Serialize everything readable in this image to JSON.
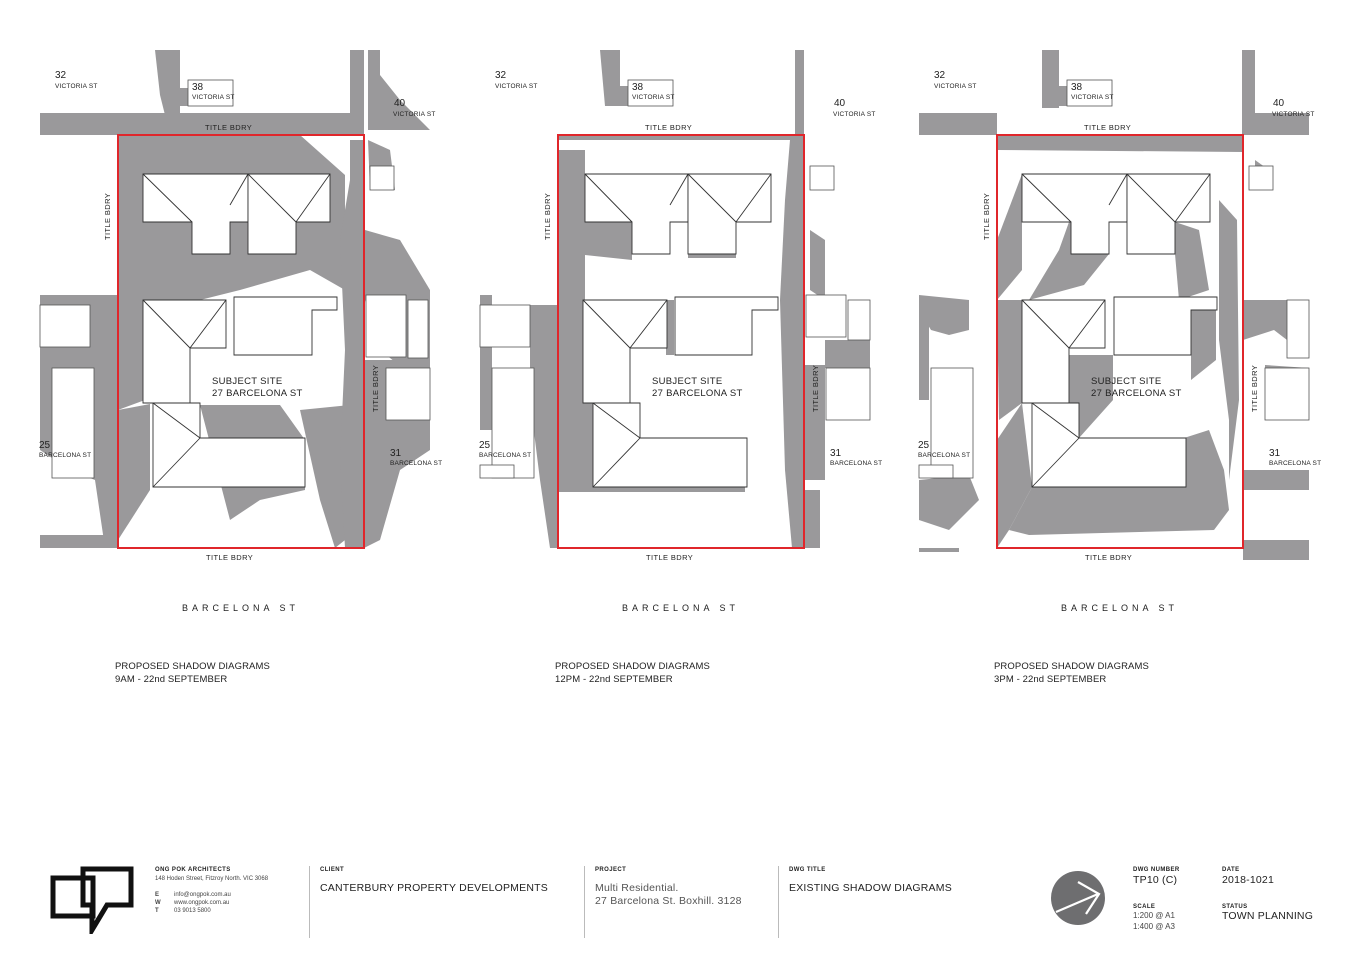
{
  "diagrams": [
    {
      "site_title": "SUBJECT SITE",
      "site_address": "27 BARCELONA ST",
      "road": "BARCELONA ST",
      "caption_title": "PROPOSED SHADOW DIAGRAMS",
      "caption_time": "9AM - 22nd SEPTEMBER"
    },
    {
      "site_title": "SUBJECT SITE",
      "site_address": "27 BARCELONA ST",
      "road": "BARCELONA ST",
      "caption_title": "PROPOSED SHADOW DIAGRAMS",
      "caption_time": "12PM - 22nd SEPTEMBER"
    },
    {
      "site_title": "SUBJECT SITE",
      "site_address": "27 BARCELONA ST",
      "road": "BARCELONA ST",
      "caption_title": "PROPOSED SHADOW DIAGRAMS",
      "caption_time": "3PM - 22nd SEPTEMBER"
    }
  ],
  "neighbours": {
    "n32": {
      "num": "32",
      "street": "VICTORIA ST"
    },
    "n38": {
      "num": "38",
      "street": "VICTORIA ST"
    },
    "n40": {
      "num": "40",
      "street": "VICTORIA ST"
    },
    "n25": {
      "num": "25",
      "street": "BARCELONA ST"
    },
    "n31": {
      "num": "31",
      "street": "BARCELONA ST"
    }
  },
  "boundary_label": "TITLE BDRY",
  "title_block": {
    "firm_name": "ONG POK ARCHITECTS",
    "firm_address": "148 Hoden Street, Fitzroy North. VIC 3068",
    "contact_e_label": "E",
    "contact_e": "info@ongpok.com.au",
    "contact_w_label": "W",
    "contact_w": "www.ongpok.com.au",
    "contact_t_label": "T",
    "contact_t": "03 9013 5800",
    "client_label": "CLIENT",
    "client": "CANTERBURY PROPERTY DEVELOPMENTS",
    "project_label": "PROJECT",
    "project_line1": "Multi Residential.",
    "project_line2": "27 Barcelona St. Boxhill. 3128",
    "dwg_title_label": "DWG TITLE",
    "dwg_title": "EXISTING SHADOW DIAGRAMS",
    "dwg_number_label": "DWG NUMBER",
    "dwg_number": "TP10 (C)",
    "scale_label": "SCALE",
    "scale_a1": "1:200 @ A1",
    "scale_a3": "1:400 @ A3",
    "date_label": "DATE",
    "date": "2018-1021",
    "status_label": "STATUS",
    "status": "TOWN PLANNING"
  },
  "colors": {
    "shadow": "#9a999b",
    "site_boundary": "#e0262b",
    "building_stroke": "#333333",
    "north_circle": "#6e6e70"
  },
  "icons": {
    "logo": "ongpok-logo-icon",
    "north": "north-arrow-icon"
  }
}
